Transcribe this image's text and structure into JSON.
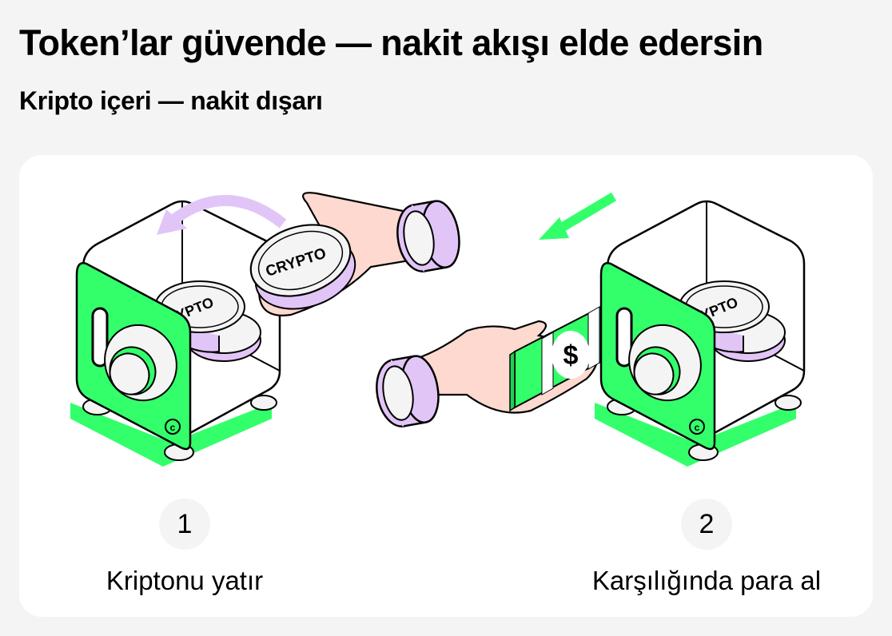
{
  "header": {
    "title": "Token’lar güvende — nakit akışı elde edersin",
    "subtitle": "Kripto içeri — nakit dışarı"
  },
  "illustration": {
    "coin_text": "CRYPTO",
    "coin_text_partial": "YPTO",
    "bill_symbol": "$",
    "colors": {
      "green": "#33ff6b",
      "lavender": "#e2c5f7",
      "skin": "#fdd9d0",
      "coin_face": "#f4f4f4",
      "outline": "#000000"
    }
  },
  "steps": [
    {
      "number": "1",
      "label": "Kriptonu yatır"
    },
    {
      "number": "2",
      "label": "Karşılığında para al"
    }
  ],
  "colors": {
    "page_bg": "#f4f4f4",
    "card_bg": "#ffffff",
    "badge_bg": "#f4f4f4"
  }
}
